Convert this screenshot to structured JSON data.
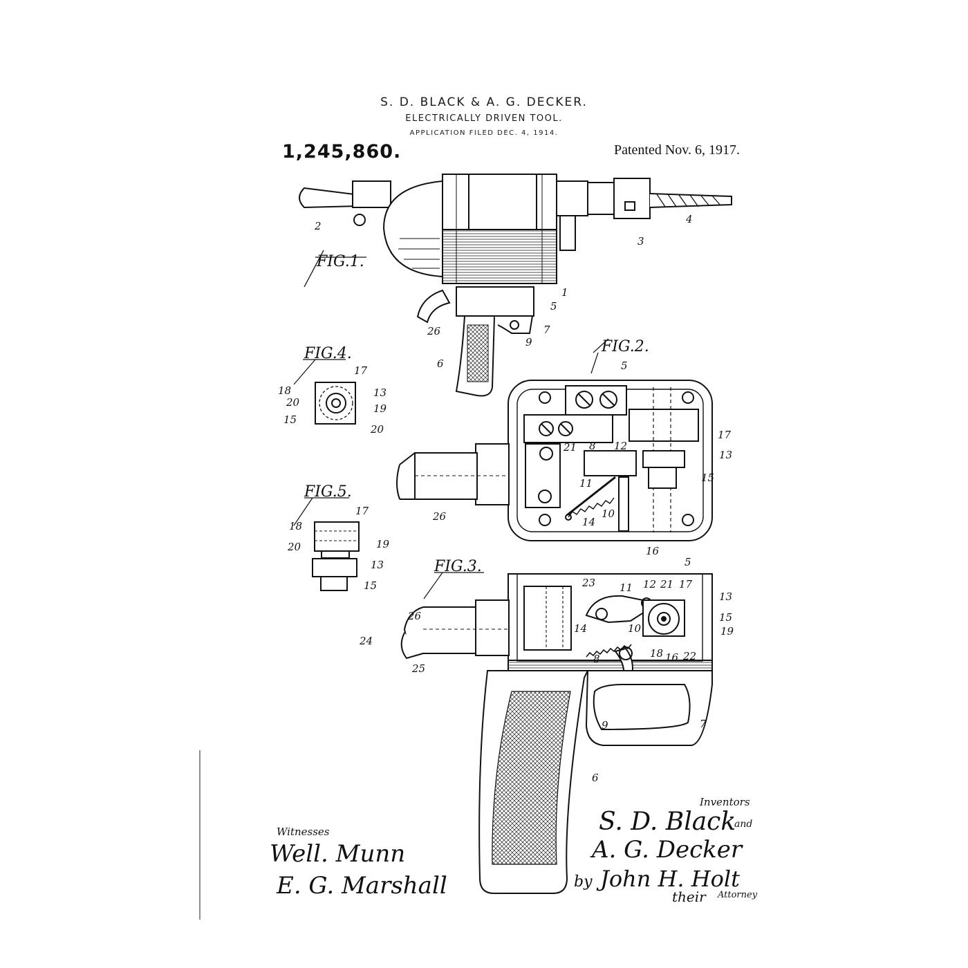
{
  "header": {
    "inventors_line": "S. D. BLACK & A. G. DECKER.",
    "title": "ELECTRICALLY DRIVEN TOOL.",
    "filed": "APPLICATION FILED DEC. 4, 1914.",
    "patent_number": "1,245,860.",
    "patent_date": "Patented Nov. 6, 1917."
  },
  "figures": {
    "fig1": "FIG.1.",
    "fig2": "FIG.2.",
    "fig3": "FIG.3.",
    "fig4": "FIG.4.",
    "fig5": "FIG.5."
  },
  "fig1_refs": [
    "2",
    "3",
    "4",
    "1",
    "5",
    "7",
    "26",
    "9",
    "6"
  ],
  "fig2_refs": [
    "5",
    "21",
    "8",
    "12",
    "17",
    "13",
    "11",
    "15",
    "26",
    "14",
    "10",
    "16"
  ],
  "fig3_refs": [
    "5",
    "23",
    "11",
    "12",
    "21",
    "17",
    "13",
    "15",
    "19",
    "26",
    "14",
    "10",
    "24",
    "25",
    "8",
    "18",
    "16",
    "22",
    "9",
    "7",
    "6"
  ],
  "fig4_refs": [
    "17",
    "18",
    "13",
    "20",
    "19",
    "15",
    "20"
  ],
  "fig5_refs": [
    "17",
    "18",
    "19",
    "20",
    "13",
    "15"
  ],
  "signatures": {
    "witnesses_label": "Witnesses",
    "witness_1": "Well. Munn",
    "witness_2": "E. G. Marshall",
    "inventors_label": "Inventors",
    "inventor_1": "S. D. Black",
    "and_1": "and",
    "inventor_2": "A. G. Decker",
    "by": "by",
    "attorney_name": "John H. Holt",
    "their": "their",
    "attorney_label": "Attorney"
  },
  "colors": {
    "ink": "#111111",
    "paper": "#ffffff"
  }
}
